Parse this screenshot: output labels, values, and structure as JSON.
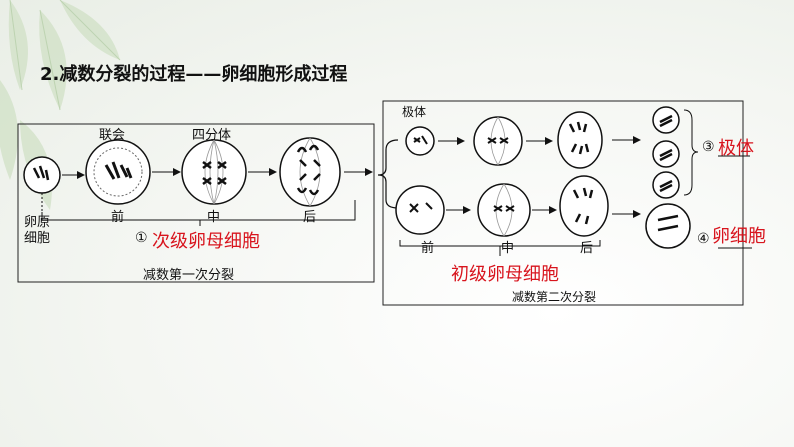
{
  "title": "2.减数分裂的过程——卵细胞形成过程",
  "stage_labels": {
    "lianhui": "联会",
    "sifenti": "四分体",
    "qian1": "前",
    "zhong1": "中",
    "hou1": "后",
    "luanyuan": "卵原\n细胞",
    "jiti_small": "极体",
    "qian2": "前",
    "zhong2": "中",
    "hou2": "后"
  },
  "captions": {
    "meiosis1": "减数第一次分裂",
    "meiosis2": "减数第二次分裂"
  },
  "answers": {
    "a1_num": "①",
    "a1_text": "次级卵母细胞",
    "a2_text": "初级卵母细胞",
    "a3_num": "③",
    "a3_text": "极体",
    "a4_num": "④",
    "a4_text": "卵细胞"
  },
  "colors": {
    "answer_red": "#d8151e",
    "line": "#111111"
  }
}
